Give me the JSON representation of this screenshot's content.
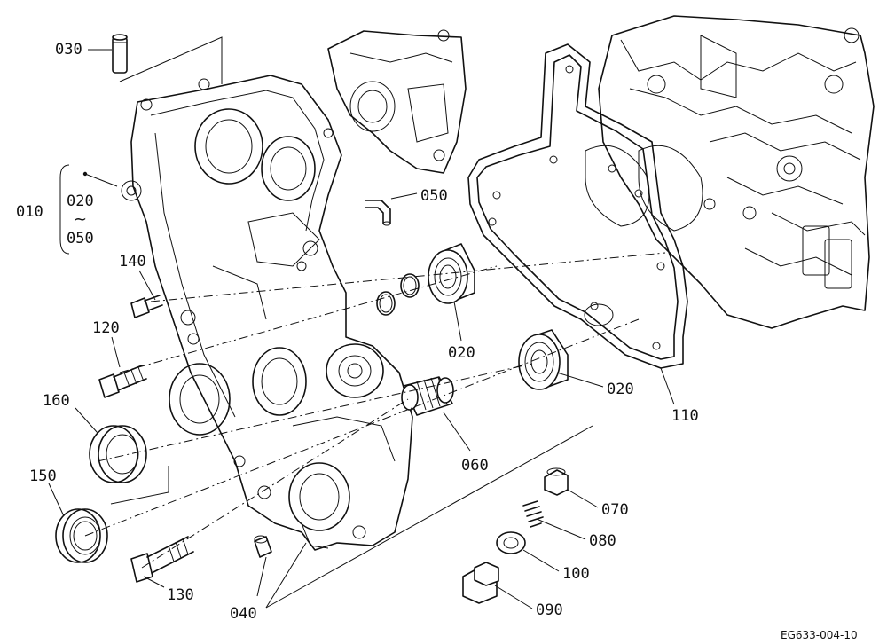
{
  "diagram": {
    "reference_code": "EG633-004-10",
    "group": {
      "label": "010",
      "range_start": "020",
      "range_sep": "~",
      "range_end": "050"
    },
    "callouts": [
      {
        "id": "c030",
        "label": "030"
      },
      {
        "id": "c050a",
        "label": "050"
      },
      {
        "id": "c140",
        "label": "140"
      },
      {
        "id": "c120",
        "label": "120"
      },
      {
        "id": "c160",
        "label": "160"
      },
      {
        "id": "c150",
        "label": "150"
      },
      {
        "id": "c130",
        "label": "130"
      },
      {
        "id": "c040",
        "label": "040"
      },
      {
        "id": "c020a",
        "label": "020"
      },
      {
        "id": "c020b",
        "label": "020"
      },
      {
        "id": "c060",
        "label": "060"
      },
      {
        "id": "c110",
        "label": "110"
      },
      {
        "id": "c070",
        "label": "070"
      },
      {
        "id": "c080",
        "label": "080"
      },
      {
        "id": "c100",
        "label": "100"
      },
      {
        "id": "c090",
        "label": "090"
      }
    ]
  }
}
